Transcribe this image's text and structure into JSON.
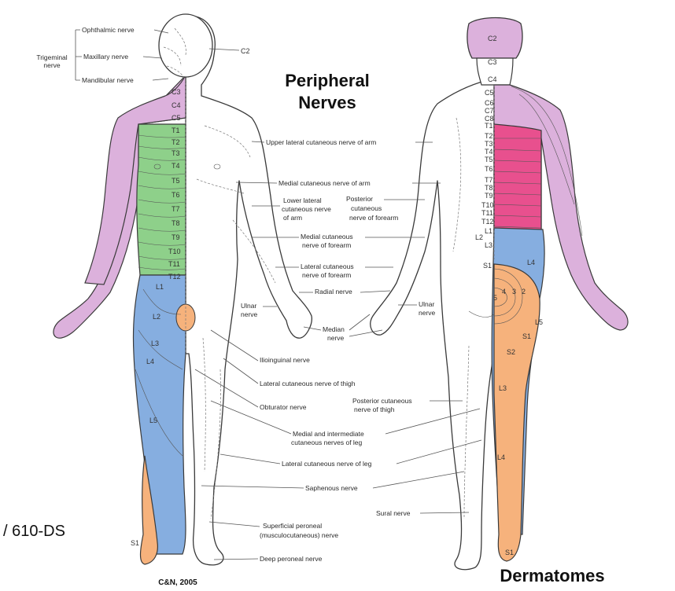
{
  "titles": {
    "peripheral_line1": "Peripheral",
    "peripheral_line2": "Nerves",
    "dermatomes": "Dermatomes",
    "left_fragment": "/ 610-DS",
    "credit": "C&N, 2005"
  },
  "colors": {
    "lilac": "#dcb1dc",
    "green": "#8ed08a",
    "blue": "#86aee0",
    "orange": "#f6b27c",
    "pink": "#e8508e",
    "skin": "#ffffff",
    "outline": "#3a3a3a"
  },
  "trigeminal": {
    "label_line1": "Trigeminal",
    "label_line2": "nerve",
    "branches": [
      "Ophthalmic nerve",
      "Maxillary nerve",
      "Mandibular nerve"
    ]
  },
  "front_segments": [
    "C2",
    "C3",
    "C4",
    "C5",
    "T1",
    "T2",
    "T3",
    "T4",
    "T5",
    "T6",
    "T7",
    "T8",
    "T9",
    "T10",
    "T11",
    "T12",
    "L1",
    "L2",
    "L3",
    "L4",
    "L5",
    "S1"
  ],
  "back_segments": [
    "C2",
    "C3",
    "C4",
    "C5",
    "C6",
    "C7",
    "C8",
    "T1",
    "T2",
    "T3",
    "T4",
    "T5",
    "T6",
    "T7",
    "T8",
    "T9",
    "T10",
    "T11",
    "T12",
    "L1",
    "L2",
    "L3",
    "L4",
    "S1",
    "L5",
    "S1",
    "S2",
    "L3",
    "L4",
    "S1",
    "5",
    "4",
    "3",
    "2"
  ],
  "nerve_labels": [
    "Upper lateral cutaneous nerve of arm",
    "Medial cutaneous nerve of arm",
    "Lower lateral",
    "cutaneous nerve",
    "of arm",
    "Posterior",
    "cutaneous",
    "nerve of forearm",
    "Medial cutaneous",
    "nerve of forearm",
    "Lateral cutaneous",
    "nerve of forearm",
    "Radial nerve",
    "Ulnar",
    "nerve",
    "Median",
    "nerve",
    "Ulnar",
    "nerve",
    "Ilioinguinal nerve",
    "Lateral cutaneous nerve of thigh",
    "Obturator nerve",
    "Posterior cutaneous",
    "nerve of thigh",
    "Medial and intermediate",
    "cutaneous nerves of leg",
    "Lateral cutaneous nerve of leg",
    "Saphenous nerve",
    "Sural nerve",
    "Superficial peroneal",
    "(musculocutaneous) nerve",
    "Deep peroneal nerve"
  ]
}
